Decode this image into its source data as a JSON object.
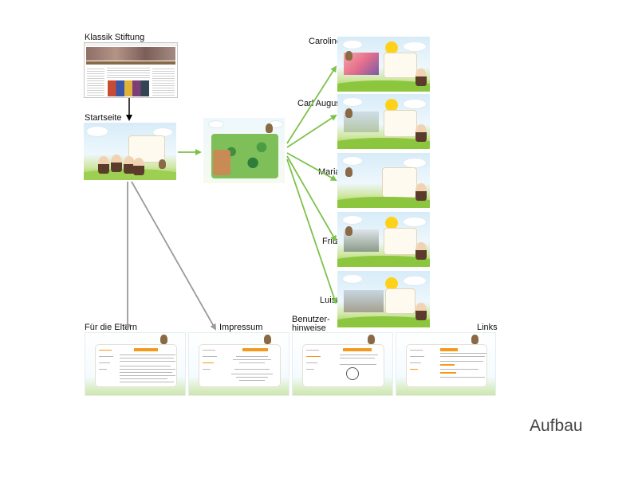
{
  "labels": {
    "klassik": "Klassik Stiftung",
    "startseite": "Startseite",
    "caroline": "Caroline",
    "carl_august": "Carl August",
    "maria": "Maria",
    "fritz": "Fritz",
    "luise": "Luise",
    "eltern": "Für die Eltern",
    "impressum": "Impressum",
    "benutzer_line1": "Benutzer-",
    "benutzer_line2": "hinweise",
    "links": "Links",
    "aufbau": "Aufbau"
  },
  "colors": {
    "green_arrow": "#7cc24a",
    "gray_arrow": "#9a9a9a",
    "black_arrow": "#000000",
    "accent_orange": "#f39a1e",
    "sky": "#d7ecf8",
    "grass": "#8cc63e"
  }
}
